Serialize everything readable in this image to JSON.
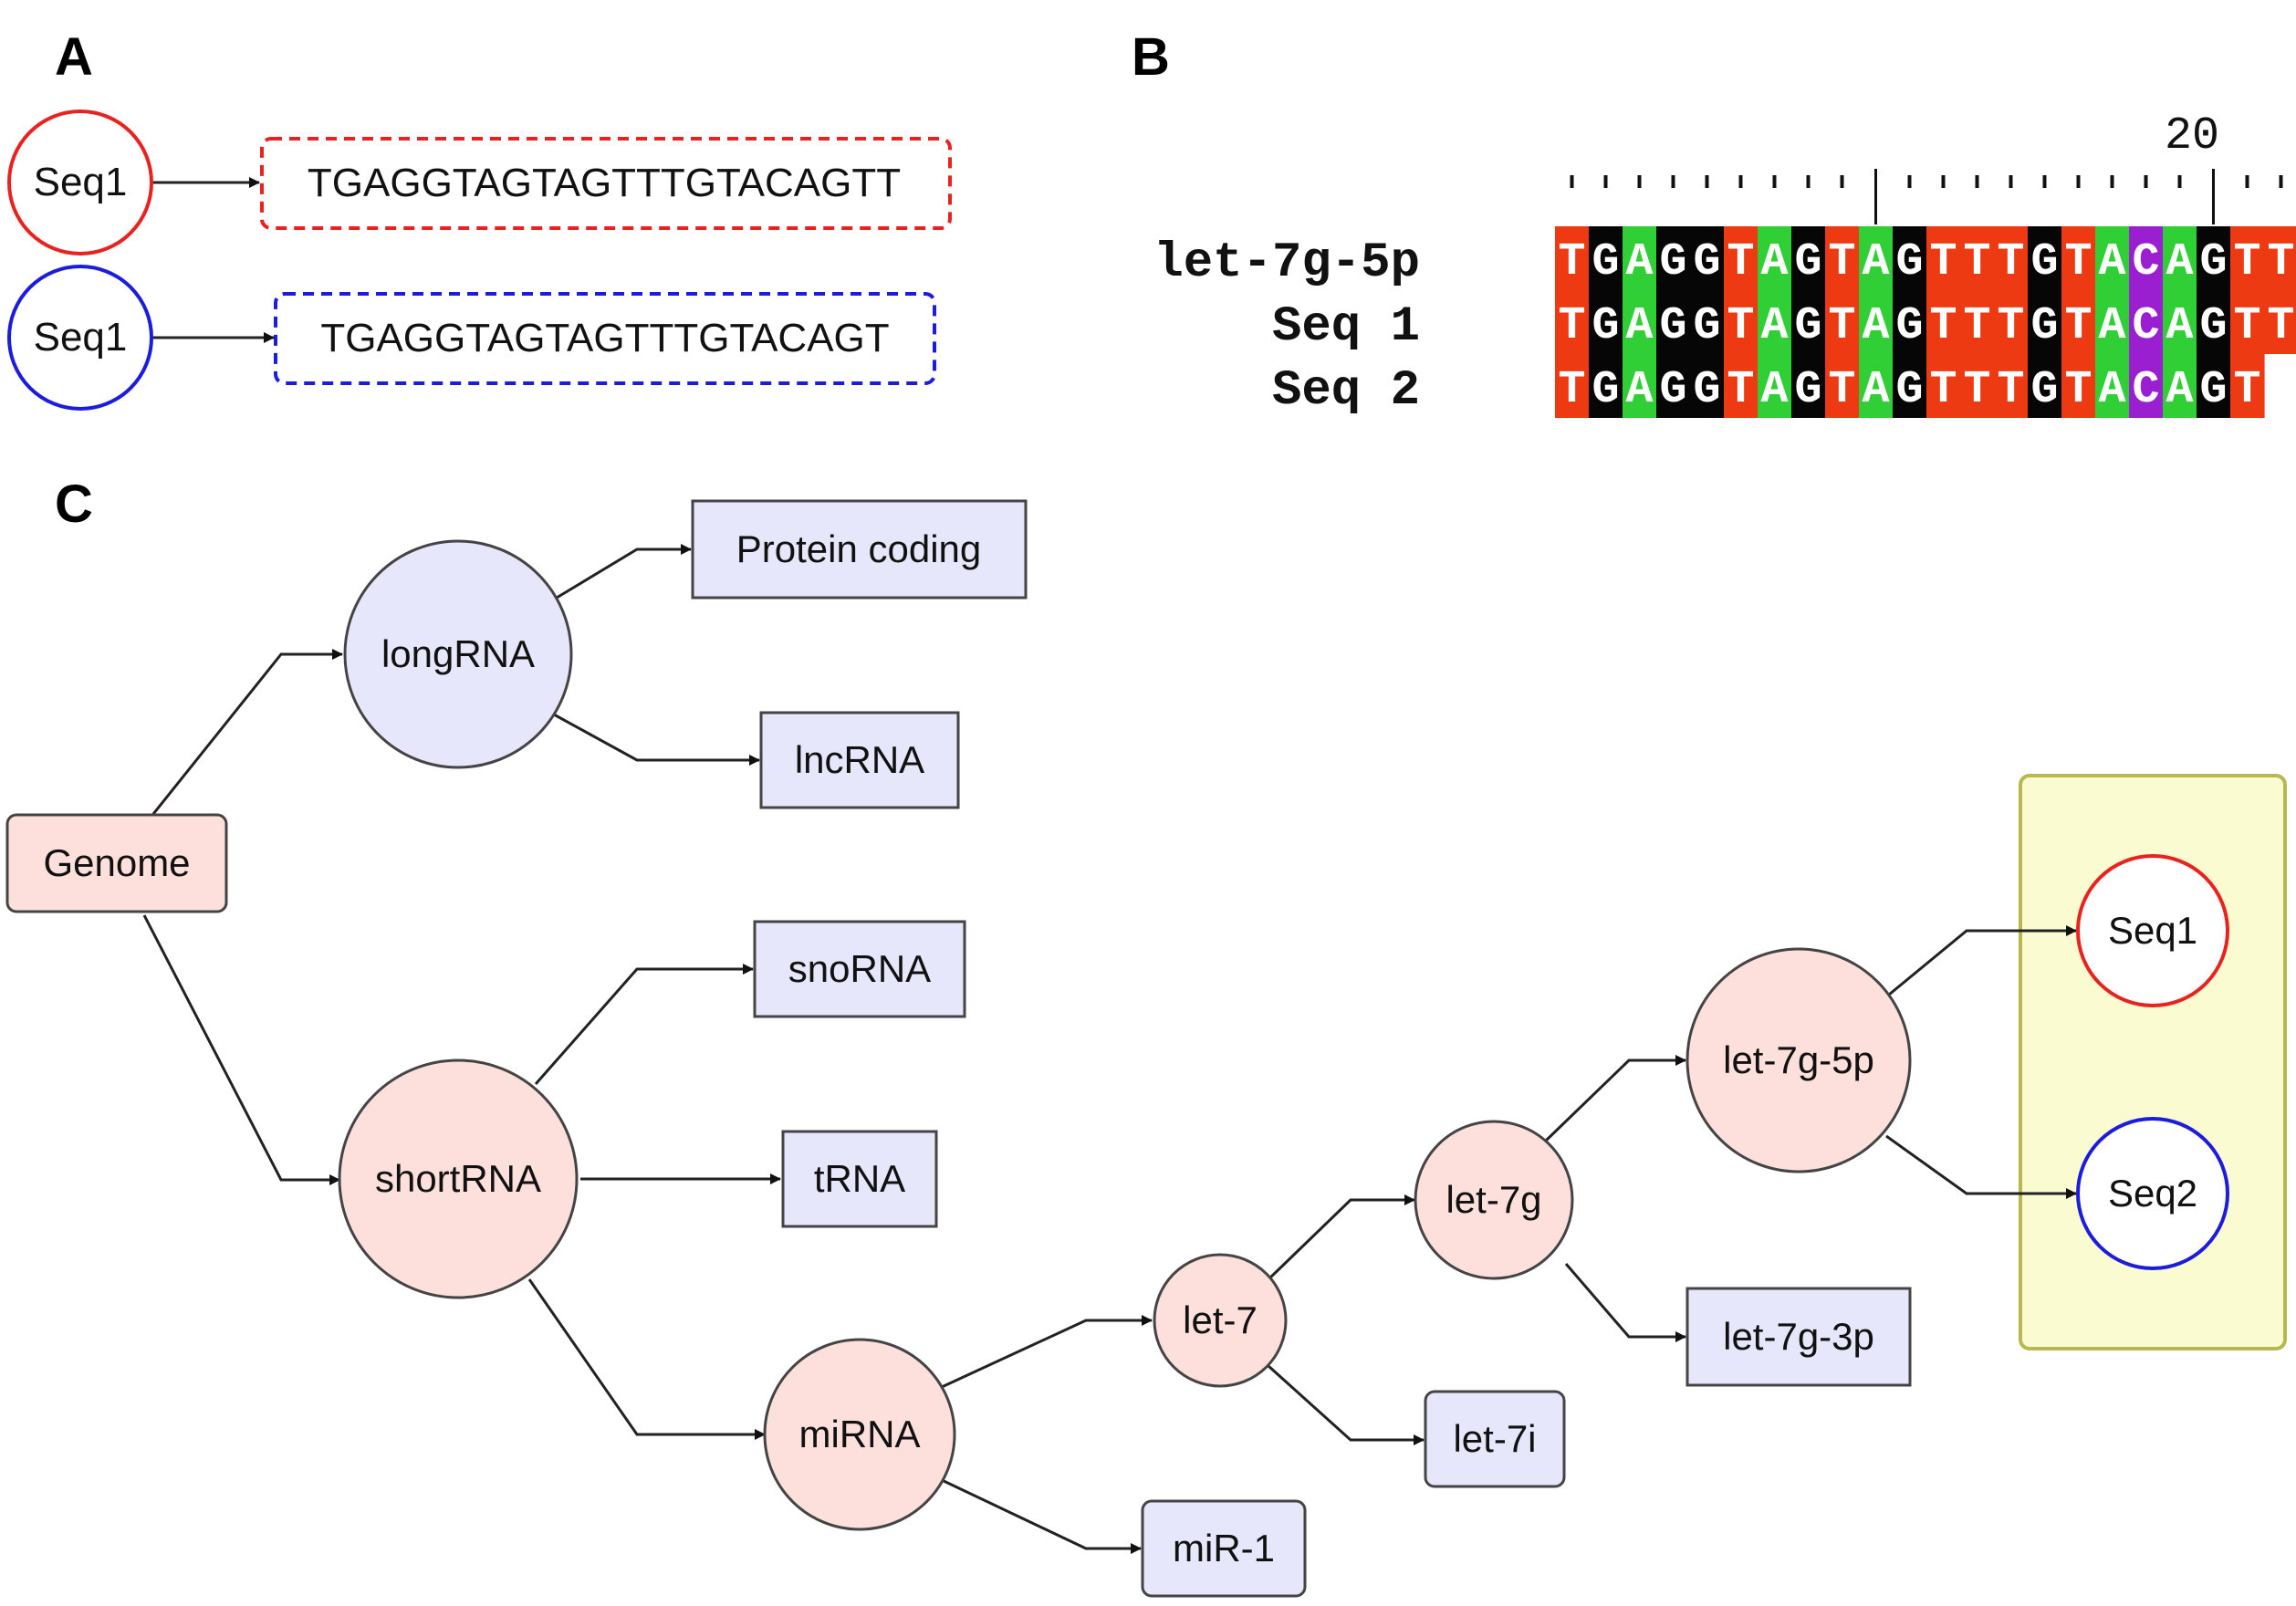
{
  "panels": {
    "a": "A",
    "b": "B",
    "c": "C"
  },
  "panel_a": {
    "rows": [
      {
        "node": "Seq1",
        "sequence": "TGAGGTAGTAGTTTGTACAGTT",
        "color": "#e8231f"
      },
      {
        "node": "Seq1",
        "sequence": "TGAGGTAGTAGTTTGTACAGT",
        "color": "#1c1cdc"
      }
    ]
  },
  "panel_b": {
    "ruler_label": "20",
    "row_labels": [
      "let-7g-5p",
      "Seq 1",
      "Seq 2"
    ],
    "rows": [
      "TGAGGTAGTAGTTTGTACAGTT",
      "TGAGGTAGTAGTTTGTACAGTT",
      "TGAGGTAGTAGTTTGTACAGT"
    ],
    "base_colors": {
      "T": "#ee3a12",
      "G": "#060606",
      "A": "#2fcf35",
      "C": "#9a1fd0"
    }
  },
  "panel_c": {
    "colors": {
      "pink_fill": "#fde0dc",
      "blue_fill": "#e6e7fb",
      "node_stroke": "#444444",
      "group_fill": "#fbfbd2",
      "group_stroke": "#b8b850",
      "seq1_stroke": "#e8231f",
      "seq2_stroke": "#1c1cdc"
    },
    "nodes": {
      "genome": "Genome",
      "longrna": "longRNA",
      "protein_coding": "Protein coding",
      "lncrna": "lncRNA",
      "shortrna": "shortRNA",
      "snorna": "snoRNA",
      "trna": "tRNA",
      "mirna": "miRNA",
      "mir1": "miR-1",
      "let7": "let-7",
      "let7i": "let-7i",
      "let7g": "let-7g",
      "let7g3p": "let-7g-3p",
      "let7g5p": "let-7g-5p",
      "seq1": "Seq1",
      "seq2": "Seq2"
    }
  }
}
